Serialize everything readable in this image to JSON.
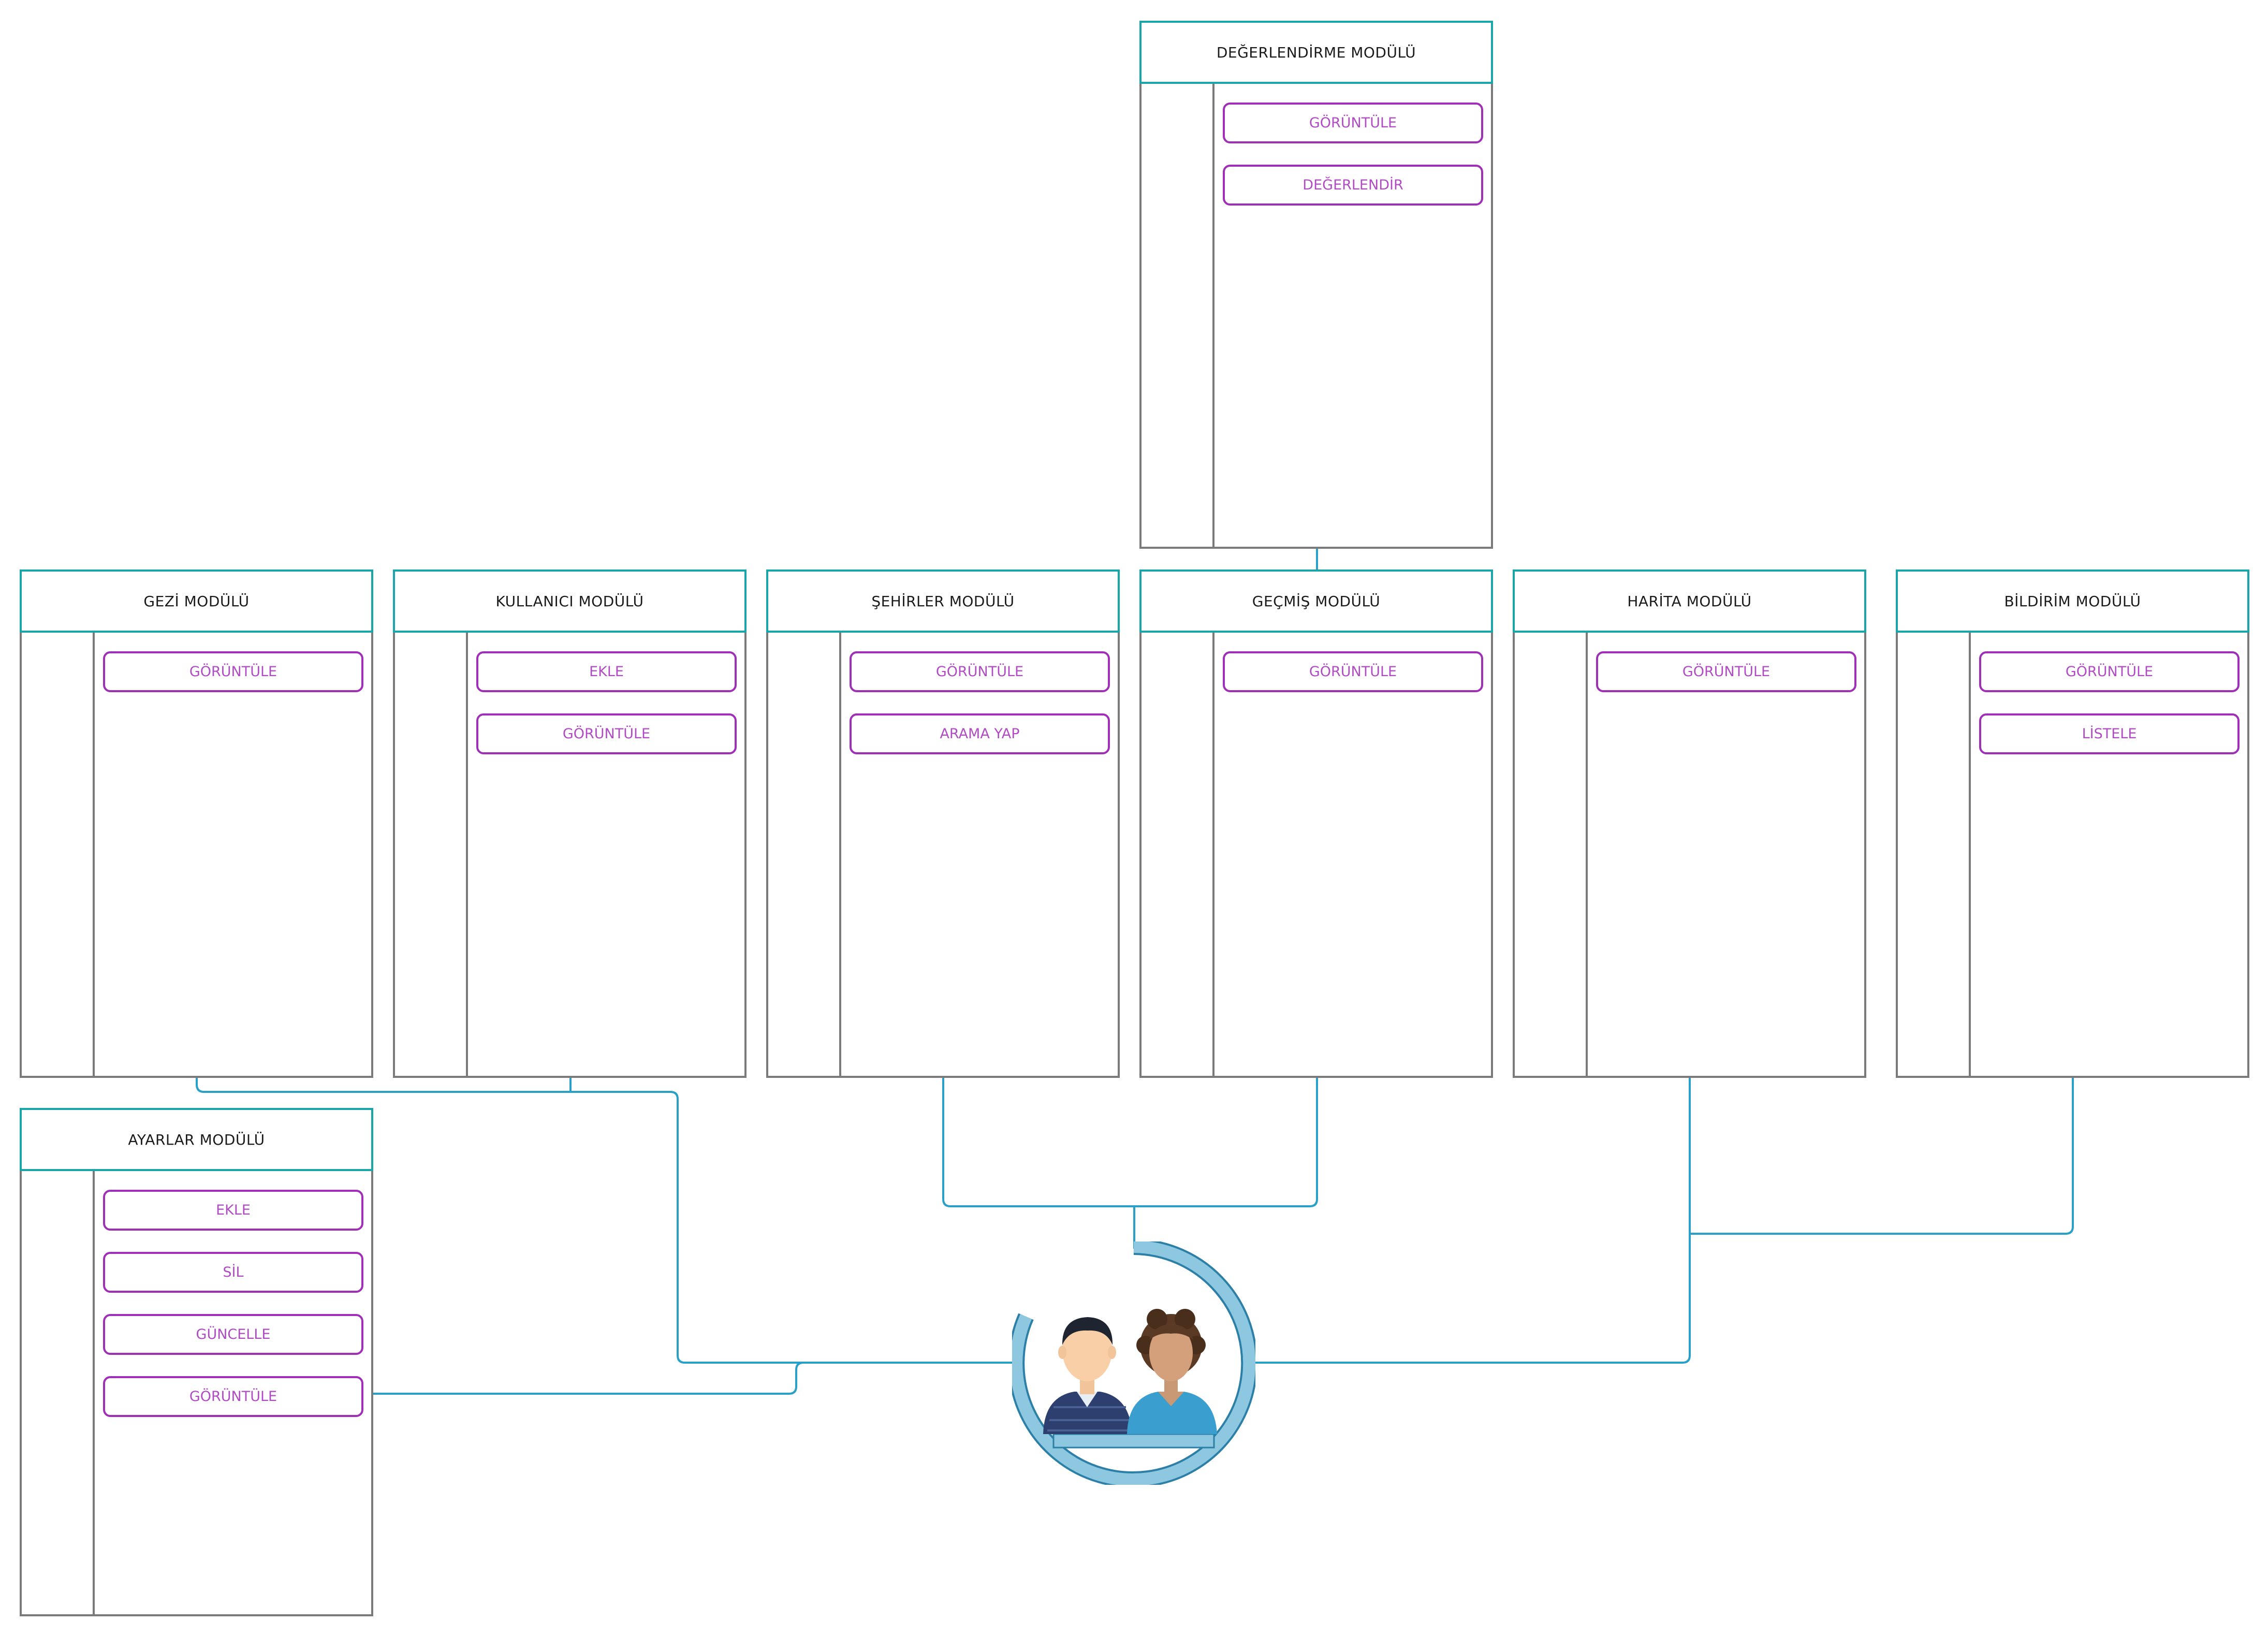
{
  "modules": [
    {
      "key": "degerlendirme",
      "title": "DEĞERLENDİRME MODÜLÜ",
      "actions": [
        "GÖRÜNTÜLE",
        "DEĞERLENDİR"
      ]
    },
    {
      "key": "gezi",
      "title": "GEZİ MODÜLÜ",
      "actions": [
        "GÖRÜNTÜLE"
      ]
    },
    {
      "key": "kullanici",
      "title": "KULLANICI MODÜLÜ",
      "actions": [
        "EKLE",
        "GÖRÜNTÜLE"
      ]
    },
    {
      "key": "sehirler",
      "title": "ŞEHİRLER MODÜLÜ",
      "actions": [
        "GÖRÜNTÜLE",
        "ARAMA YAP"
      ]
    },
    {
      "key": "gecmis",
      "title": "GEÇMİŞ MODÜLÜ",
      "actions": [
        "GÖRÜNTÜLE"
      ]
    },
    {
      "key": "harita",
      "title": "HARİTA MODÜLÜ",
      "actions": [
        "GÖRÜNTÜLE"
      ]
    },
    {
      "key": "bildirim",
      "title": "BİLDİRİM MODÜLÜ",
      "actions": [
        "GÖRÜNTÜLE",
        "LİSTELE"
      ]
    },
    {
      "key": "ayarlar",
      "title": "AYARLAR MODÜLÜ",
      "actions": [
        "EKLE",
        "SİL",
        "GÜNCELLE",
        "GÖRÜNTÜLE"
      ]
    }
  ],
  "colors": {
    "header_border": "#1aa5a8",
    "module_border": "#7a7a7a",
    "action_border": "#a02fb8",
    "action_text": "#b04bc4",
    "connector": "#2aa0c8",
    "ring": "#7fbfdc"
  },
  "center_icon": "users-icon"
}
